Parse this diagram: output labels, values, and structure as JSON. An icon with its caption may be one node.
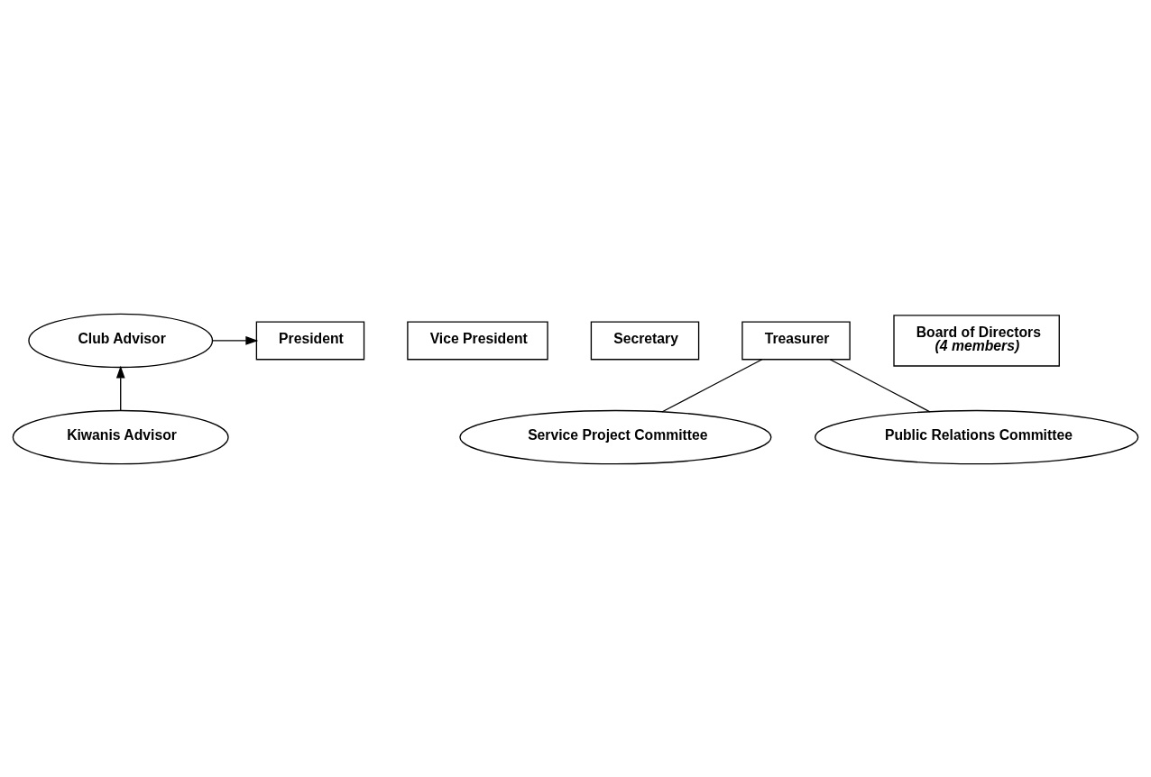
{
  "diagram": {
    "nodes": [
      {
        "text": [
          "Club Advisor"
        ]
      },
      {
        "text": [
          "President"
        ]
      },
      {
        "text": [
          "Kiwanis Advisor"
        ]
      },
      {
        "text": [
          "Vice President"
        ]
      },
      {
        "text": [
          "Secretary"
        ]
      },
      {
        "text": [
          "Treasurer"
        ]
      },
      {
        "text": [
          "Board of Directors",
          "(4 members)"
        ]
      },
      {
        "text": [
          "Service Project Committee"
        ]
      },
      {
        "text": [
          "Public Relations Committee"
        ]
      }
    ],
    "edges": [
      {
        "from": 0,
        "to": 1,
        "arrow": "to"
      },
      {
        "from": 2,
        "to": 0,
        "arrow": "to"
      },
      {
        "from": 5,
        "to": 7,
        "arrow": "none"
      },
      {
        "from": 5,
        "to": 8,
        "arrow": "none"
      }
    ]
  }
}
